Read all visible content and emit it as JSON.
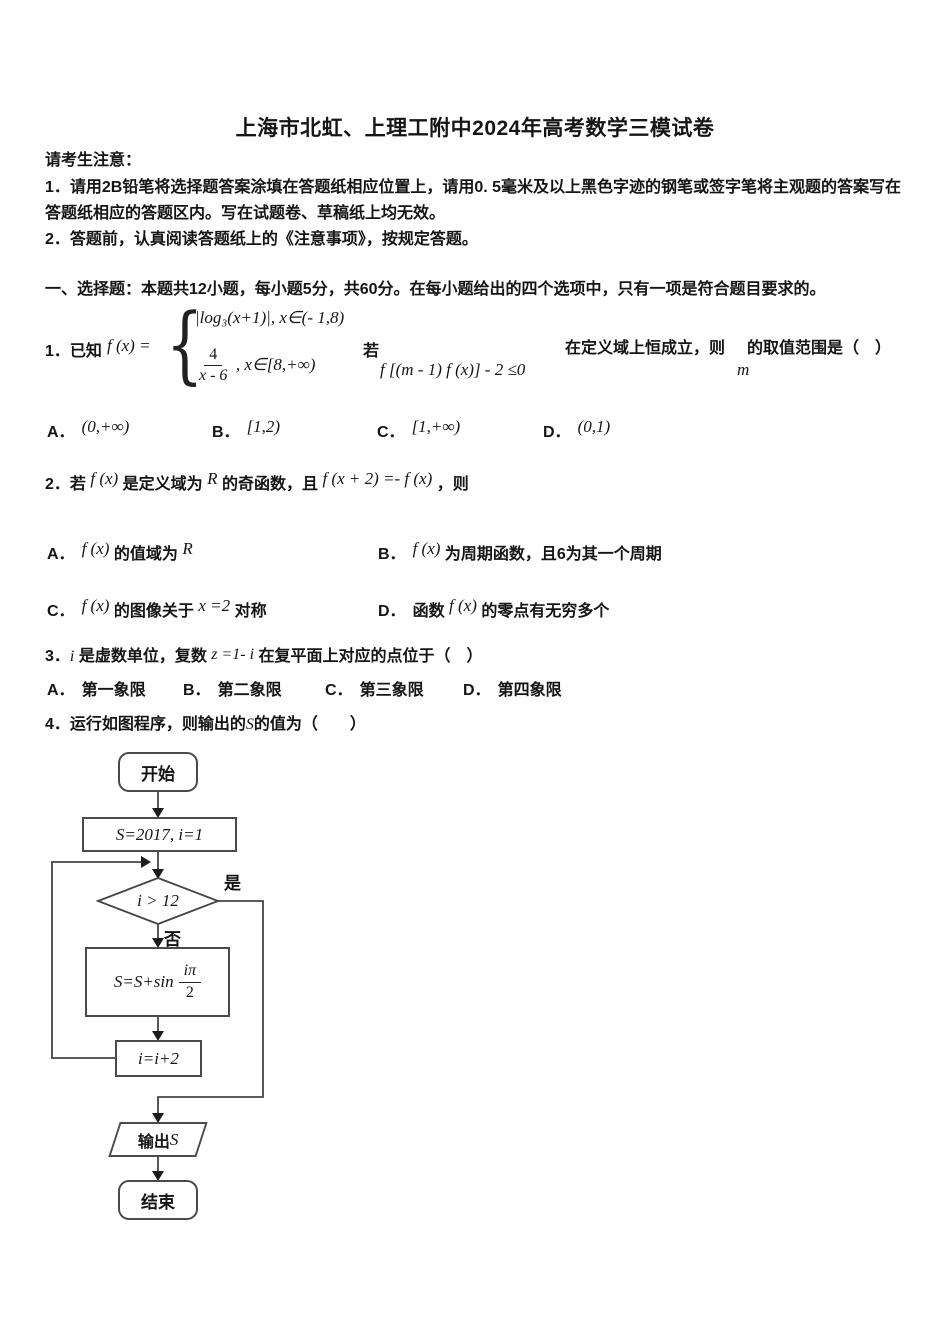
{
  "title": "上海市北虹、上理工附中2024年高考数学三模试卷",
  "notice": {
    "heading": "请考生注意：",
    "item1": "1．请用2B铅笔将选择题答案涂填在答题纸相应位置上，请用0. 5毫米及以上黑色字迹的钢笔或签字笔将主观题的答案写在答题纸相应的答题区内。写在试题卷、草稿纸上均无效。",
    "item2": "2．答题前，认真阅读答题纸上的《注意事项》，按规定答题。"
  },
  "section": {
    "heading": "一、选择题：本题共12小题，每小题5分，共60分。在每小题给出的四个选项中，只有一项是符合题目要求的。"
  },
  "q1": {
    "number": "1．",
    "lead": "已知",
    "fx": "f (x) =",
    "brace": "{",
    "piece1": "|log₃(x+1)|, x∈(- 1,8)",
    "frac_num": "4",
    "frac_den": "x - 6",
    "piece2_tail": ", x∈[8,+∞)",
    "ruo": "若",
    "condition": "f [(m - 1) f (x)] - 2 ≤0",
    "tail1": "在定义域上恒成立，则",
    "m": "m",
    "tail2": "的取值范围是（　）",
    "options": [
      {
        "label": "A．",
        "text": "(0,+∞)"
      },
      {
        "label": "B．",
        "text": "[1,2)"
      },
      {
        "label": "C．",
        "text": "[1,+∞)"
      },
      {
        "label": "D．",
        "text": "(0,1)"
      }
    ]
  },
  "q2": {
    "number": "2．",
    "lead": "若",
    "fx": "f (x)",
    "t1": "是定义域为",
    "r": "R",
    "t2": "的奇函数，且",
    "rel": "f (x + 2) =- f (x)",
    "t3": "，则",
    "a_label": "A．",
    "a_fx": "f (x)",
    "a_text": "的值域为",
    "a_r": "R",
    "b_label": "B．",
    "b_fx": "f (x)",
    "b_text": "为周期函数，且6为其一个周期",
    "c_label": "C．",
    "c_fx": "f (x)",
    "c_t1": "的图像关于",
    "c_x": "x =2",
    "c_t2": "对称",
    "d_label": "D．",
    "d_t1": "函数",
    "d_fx": "f (x)",
    "d_t2": "的零点有无穷多个"
  },
  "q3": {
    "number": "3．",
    "i": "i",
    "t1": "是虚数单位，复数",
    "z": "z =1- i",
    "t2": "在复平面上对应的点位于（　）",
    "options": [
      {
        "label": "A．",
        "text": "第一象限"
      },
      {
        "label": "B．",
        "text": "第二象限"
      },
      {
        "label": "C．",
        "text": "第三象限"
      },
      {
        "label": "D．",
        "text": "第四象限"
      }
    ]
  },
  "q4": {
    "t1": "4．运行如图程序，则输出的",
    "s": "S",
    "t2": "的值为（　　）"
  },
  "flowchart": {
    "start": "开始",
    "init": "S=2017, i=1",
    "decision": "i > 12",
    "yes": "是",
    "no": "否",
    "compute_prefix": "S=S+sin",
    "compute_num": "iπ",
    "compute_den": "2",
    "increment": "i=i+2",
    "output_prefix": "输出",
    "output_s": "S",
    "end": "结束"
  }
}
